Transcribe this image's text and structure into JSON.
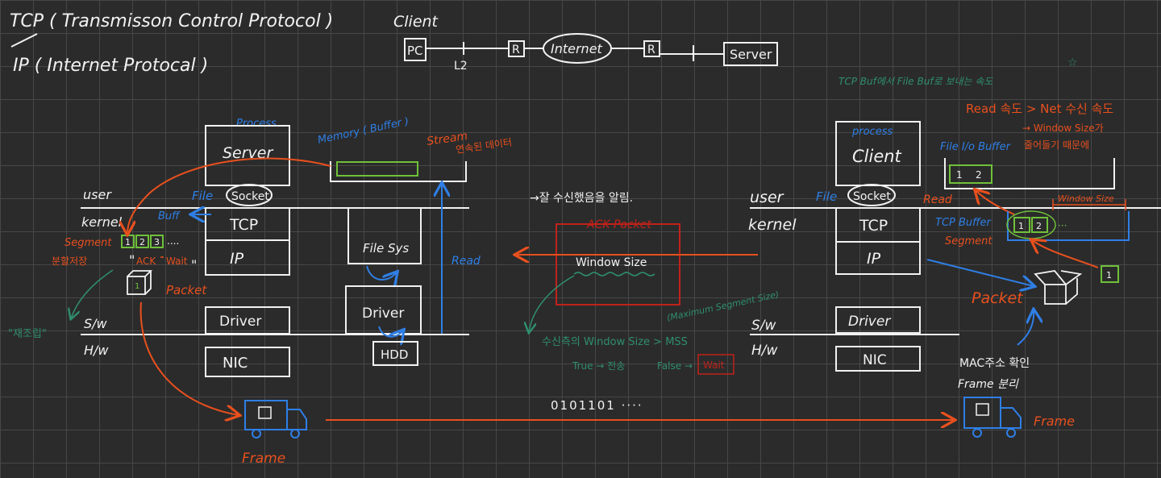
{
  "colors": {
    "white": "#f2f2f2",
    "orange": "#e8501e",
    "blue": "#2f7fe6",
    "green": "#6fc13a",
    "teal": "#2f8f6e",
    "red": "#c0221a",
    "bg": "#2b2b2b"
  },
  "title": {
    "tcp": "TCP ( Transmisson Control Protocol )",
    "ip": "IP ( Internet Protocal )"
  },
  "network": {
    "client": "Client",
    "pc": "PC",
    "l2": "L2",
    "r1": "R",
    "internet": "Internet",
    "r2": "R",
    "server": "Server"
  },
  "server_side": {
    "process": "Process",
    "server": "Server",
    "memory": "Memory ( Buffer )",
    "stream": "Stream",
    "stream_note": "연속된 데이터",
    "user": "user",
    "kernel": "kernel",
    "sw": "S/w",
    "hw": "H/w",
    "file": "File",
    "socket": "Socket",
    "buff": "Buff",
    "tcp": "TCP",
    "ip": "IP",
    "driver": "Driver",
    "nic": "NIC",
    "segment": "Segment",
    "seg1": "1",
    "seg2": "2",
    "seg3": "3",
    "dots": "....",
    "split_store": "분할저장",
    "ack_open": "\"",
    "ack": "ACK",
    "wait": "Wait",
    "ack_close": "\"",
    "packet_num": "1",
    "packet": "Packet",
    "assemble": "\"재조립\"",
    "frame": "Frame",
    "filesys": "File Sys",
    "driver2": "Driver",
    "hdd": "HDD",
    "read": "Read"
  },
  "middle": {
    "notify": "→잘 수신했음을 알림.",
    "ack_packet": "ACK Packet",
    "window_size": "Window Size",
    "mss_note": "(Maximum Segment Size)",
    "rule": "수신측의 Window Size > MSS",
    "true_note": "True → 전송",
    "false_note": "False →",
    "wait": "Wait",
    "bits": "0101101 ····"
  },
  "client_side": {
    "speed_note": "TCP Buf에서 File Buf로 보내는 속도",
    "star": "☆",
    "read_speed": "Read 속도 > Net 수신 속도",
    "window_shrink": "→ Window Size가",
    "window_shrink2": "줄어들기 때문에",
    "process": "process",
    "client": "Client",
    "file_io": "File I/o Buffer",
    "fbuf1": "1",
    "fbuf2": "2",
    "read": "Read",
    "user": "user",
    "kernel": "kernel",
    "sw": "S/w",
    "hw": "H/w",
    "file": "File",
    "socket": "Socket",
    "tcp": "TCP",
    "ip": "IP",
    "driver": "Driver",
    "nic": "NIC",
    "tcp_buffer": "TCP Buffer",
    "segment": "Segment",
    "tb1": "1",
    "tb2": "2",
    "tb_dots": "···",
    "window_size": "Window Size",
    "packet": "Packet",
    "packet_num": "1",
    "mac": "MAC주소 확인",
    "frame_unpack": "Frame 분리",
    "frame": "Frame"
  }
}
